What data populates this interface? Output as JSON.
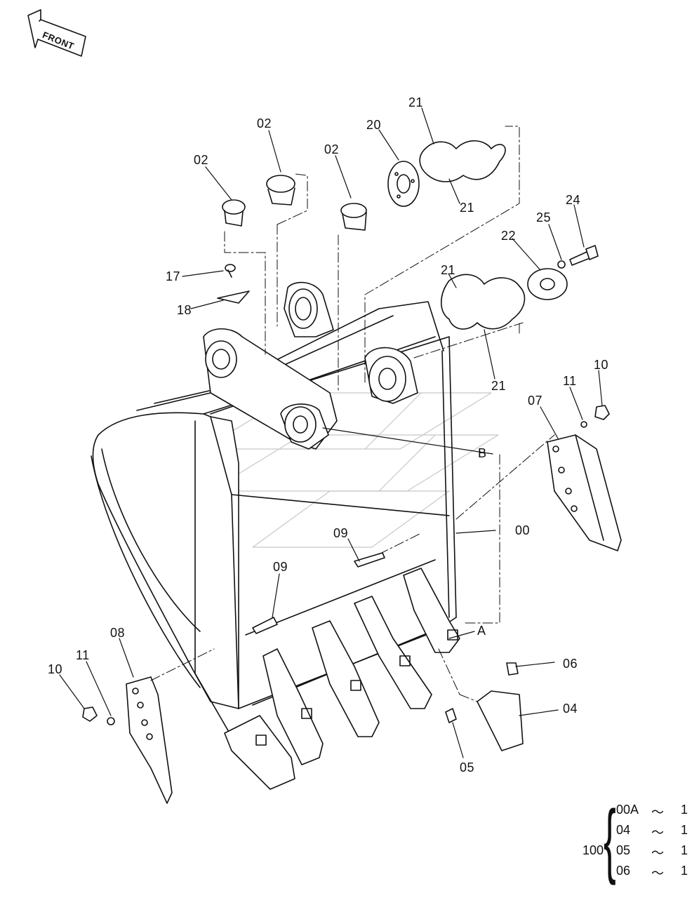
{
  "front_arrow": {
    "label": "FRONT",
    "icon": "front-arrow-icon"
  },
  "callouts": {
    "c02a": "02",
    "c02b": "02",
    "c02c": "02",
    "c20": "20",
    "c21a": "21",
    "c21b": "21",
    "c21c": "21",
    "c21d": "21",
    "c22": "22",
    "c24": "24",
    "c25": "25",
    "c17": "17",
    "c18": "18",
    "c10a": "10",
    "c11a": "11",
    "c07": "07",
    "cB": "B",
    "c00": "00",
    "c09a": "09",
    "c09b": "09",
    "c08": "08",
    "c11b": "11",
    "c10b": "10",
    "c06": "06",
    "c04": "04",
    "c05": "05",
    "cA": "A"
  },
  "kit": {
    "number": "100",
    "brace": "{",
    "rows": [
      {
        "part": "00A",
        "sep": "～",
        "qty": "1"
      },
      {
        "part": "04",
        "sep": "～",
        "qty": "1"
      },
      {
        "part": "05",
        "sep": "～",
        "qty": "1"
      },
      {
        "part": "06",
        "sep": "～",
        "qty": "1"
      }
    ]
  },
  "colors": {
    "ink": "#111111",
    "background": "#ffffff",
    "watermark": "#c8c8c8"
  }
}
